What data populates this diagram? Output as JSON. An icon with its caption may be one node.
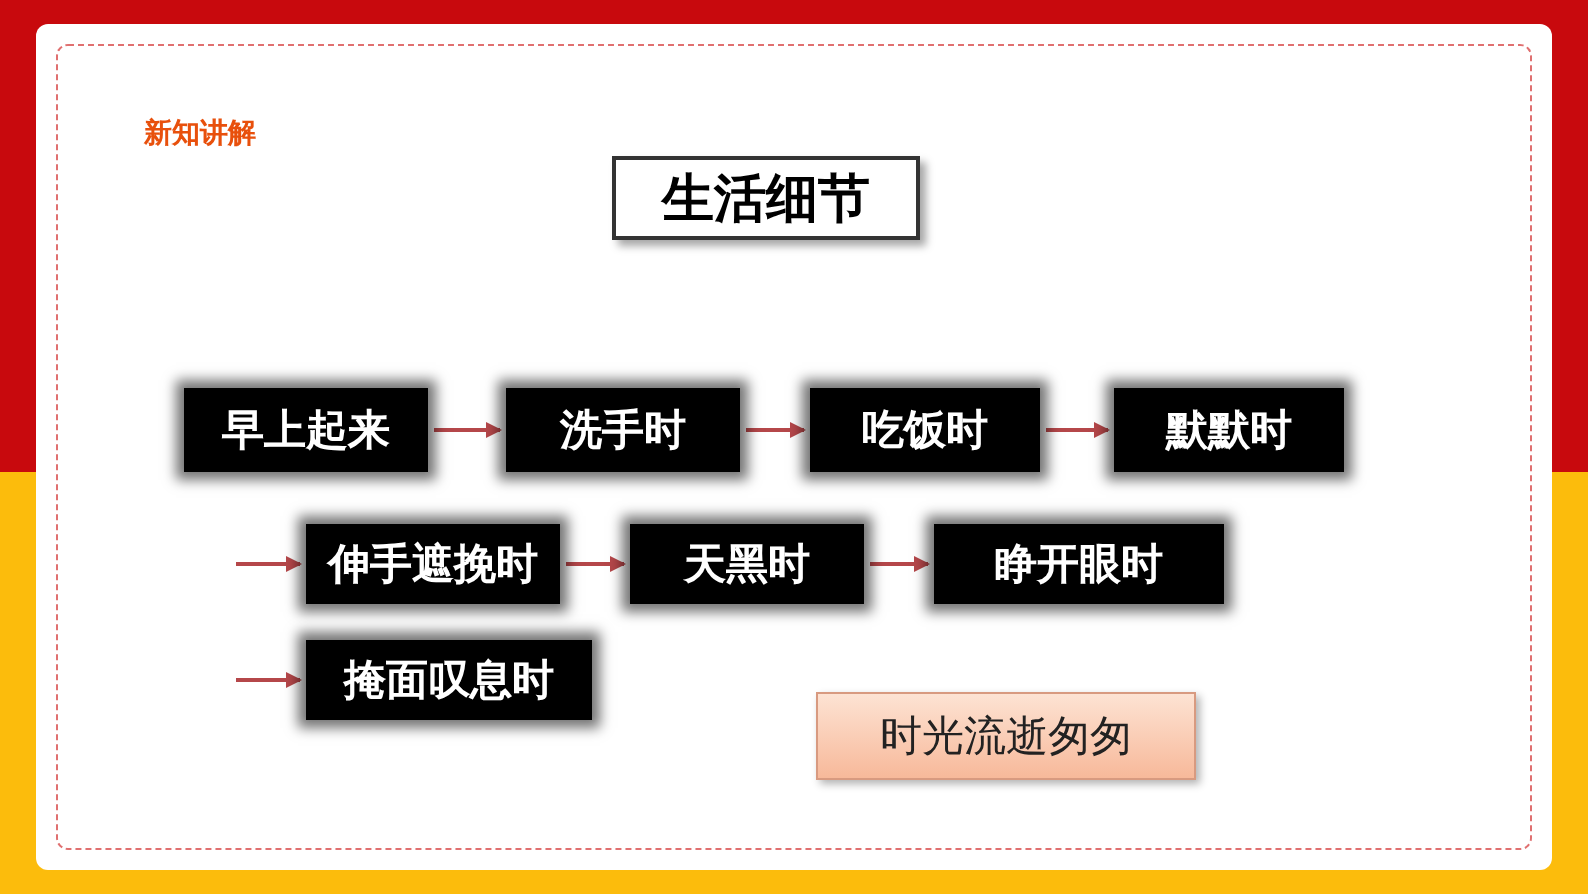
{
  "diagram": {
    "title": "生活细节",
    "nodes": [
      {
        "text": [
          "早上起来"
        ]
      },
      {
        "text": [
          "洗手时"
        ]
      },
      {
        "text": [
          "吃饭时"
        ]
      },
      {
        "text": [
          "默默时"
        ]
      },
      {
        "text": [
          "伸手遮挽时"
        ]
      },
      {
        "text": [
          "天黑时"
        ]
      },
      {
        "text": [
          "睁开眼时"
        ]
      },
      {
        "text": [
          "掩面叹息时"
        ]
      },
      {
        "text": [
          "时光流逝匆匆"
        ]
      }
    ],
    "edges": [
      {
        "from": 0,
        "to": 1,
        "arrow": "to"
      },
      {
        "from": 1,
        "to": 2,
        "arrow": "to"
      },
      {
        "from": 2,
        "to": 3,
        "arrow": "to"
      },
      {
        "from": null,
        "to": 4,
        "arrow": "to"
      },
      {
        "from": 4,
        "to": 5,
        "arrow": "to"
      },
      {
        "from": 5,
        "to": 6,
        "arrow": "to"
      },
      {
        "from": null,
        "to": 7,
        "arrow": "to"
      }
    ],
    "labels": [
      "新知讲解"
    ]
  }
}
